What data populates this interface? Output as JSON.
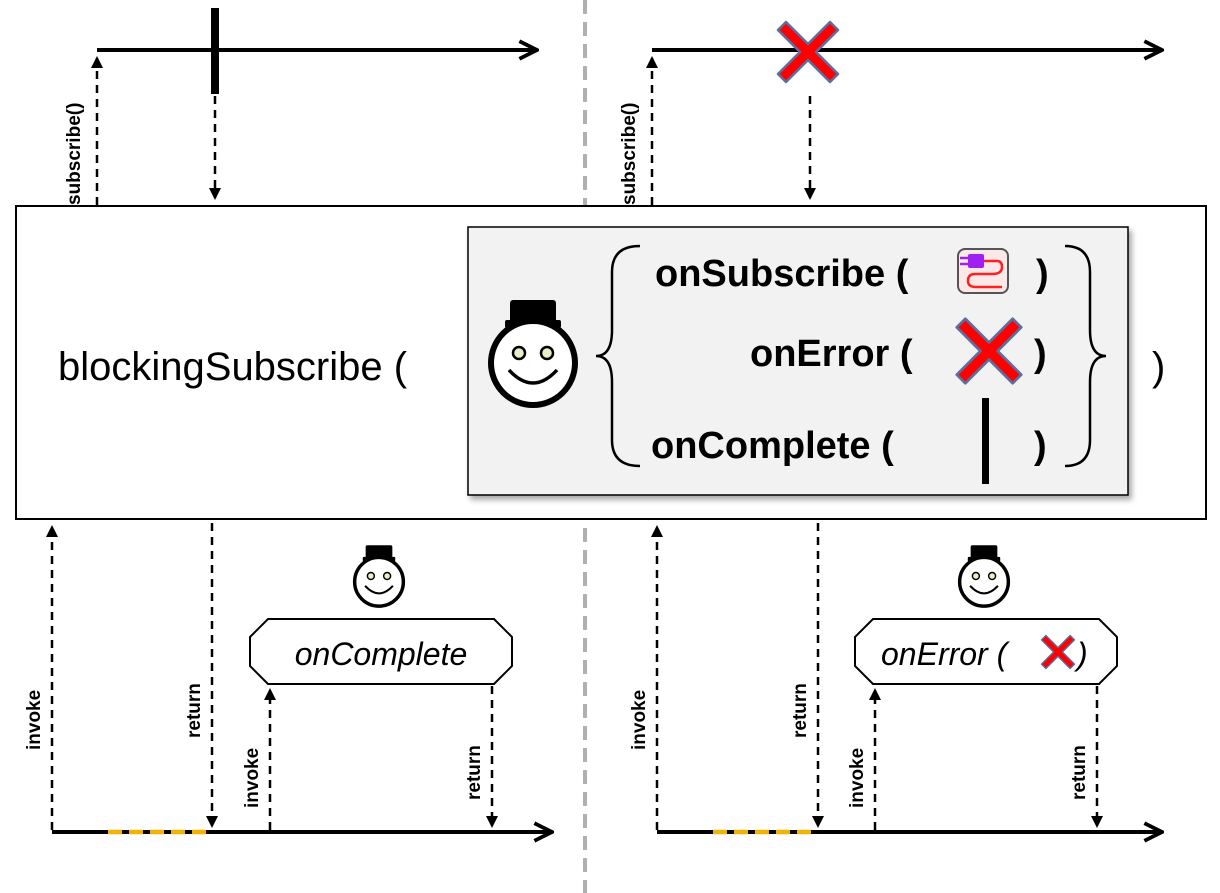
{
  "main": {
    "call_prefix": "blockingSubscribe (",
    "call_suffix": ")"
  },
  "consumer_group": {
    "on_subscribe": "onSubscribe (",
    "on_subscribe_close": ")",
    "on_error": "onError (",
    "on_error_close": ")",
    "on_complete": "onComplete (",
    "on_complete_close": ")"
  },
  "left_panel": {
    "subscribe_label": "subscribe()",
    "invoke_label": "invoke",
    "return_label": "return",
    "callback_invoke_label": "invoke",
    "callback_return_label": "return",
    "callback_name": "onComplete"
  },
  "right_panel": {
    "subscribe_label": "subscribe()",
    "invoke_label": "invoke",
    "return_label": "return",
    "callback_invoke_label": "invoke",
    "callback_return_label": "return",
    "callback_name": "onError (",
    "callback_close": ")"
  },
  "icons": {
    "complete": "vertical-bar-icon",
    "error": "red-x-icon",
    "consumer": "smiley-face-icon",
    "subscription": "plug-icon"
  },
  "colors": {
    "error_red": "#ff0000",
    "blocking_wait": "#f0b400",
    "divider_gray": "#b0b0b0",
    "consumer_box": "#f2f2f2"
  }
}
